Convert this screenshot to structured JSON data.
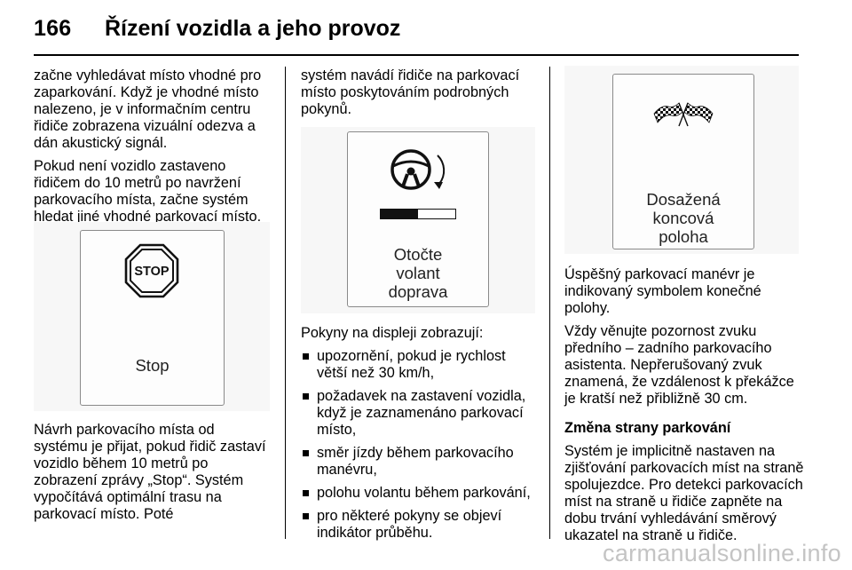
{
  "header": {
    "page_number": "166",
    "title": "Řízení vozidla a jeho provoz"
  },
  "col1": {
    "p1": "začne vyhledávat místo vhodné pro zaparkování. Když je vhodné místo nalezeno, je v informačním centru řidiče zobrazena vizuální odezva a dán akustický signál.",
    "p2": "Pokud není vozidlo zastaveno řidičem do 10 metrů po navržení parkovacího místa, začne systém hledat jiné vhodné parkovací místo.",
    "figure_label": "Stop",
    "figure_sign_text": "STOP",
    "p3": "Návrh parkovacího místa od systému je přijat, pokud řidič zastaví vozidlo během 10 metrů po zobrazení zprávy „Stop“. Systém vypočítává optimální trasu na parkovací místo. Poté"
  },
  "col2": {
    "p1": "systém navádí řidiče na parkovací místo poskytováním podrobných pokynů.",
    "figure_label_lines": [
      "Otočte",
      "volant",
      "doprava"
    ],
    "figure_progress": 0.5,
    "intro": "Pokyny na displeji zobrazují:",
    "bullets": [
      "upozornění, pokud je rychlost větší než 30 km/h,",
      "požadavek na zastavení vozidla, když je zaznamenáno parkovací místo,",
      "směr jízdy během parkovacího manévru,",
      "polohu volantu během parkování,",
      "pro některé pokyny se objeví indikátor průběhu."
    ]
  },
  "col3": {
    "figure_label_lines": [
      "Dosažená",
      "koncová",
      "poloha"
    ],
    "p1": "Úspěšný parkovací manévr je indikovaný symbolem konečné polohy.",
    "p2": "Vždy věnujte pozornost zvuku předního – zadního parkovacího asistenta. Nepřerušovaný zvuk znamená, že vzdálenost k překážce je kratší než přibližně 30 cm.",
    "subheading": "Změna strany parkování",
    "p3": "Systém je implicitně nastaven na zjišťování parkovacích míst na straně spolujezdce. Pro detekci parkovacích míst na straně u řidiče zapněte na dobu trvání vyhledávání směrový ukazatel na straně u řidiče."
  },
  "watermark": "carmanualsonline.info"
}
